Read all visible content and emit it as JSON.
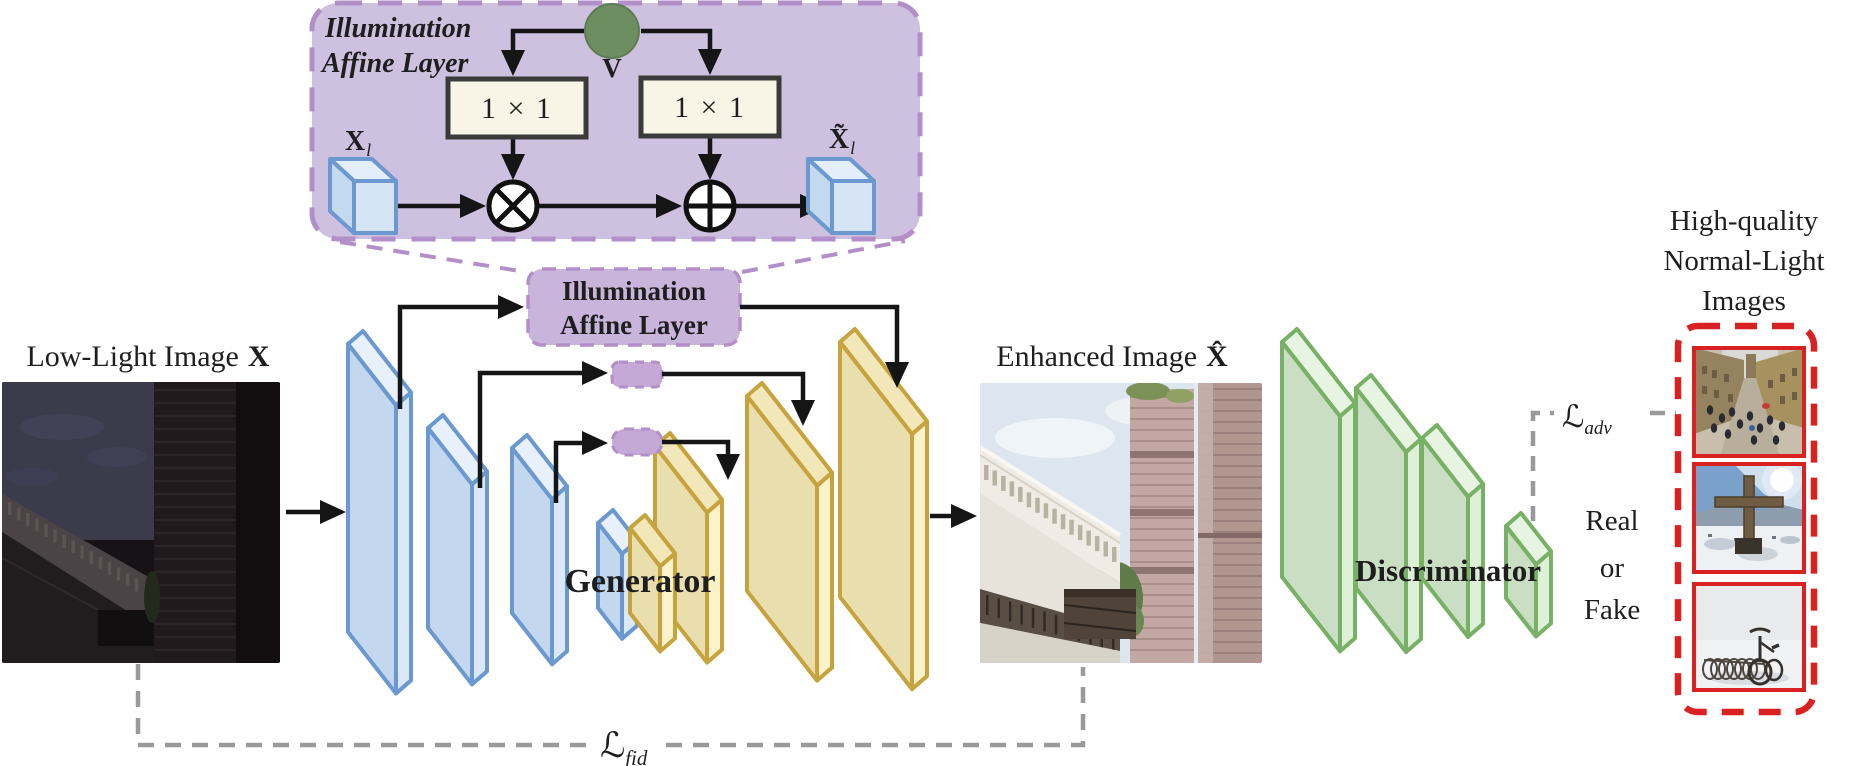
{
  "colors": {
    "purple_box_fill": "#cec0df",
    "purple_dash": "#b28fc9",
    "affine_box_fill": "#c9b4dc",
    "pill_fill": "#c4a8d6",
    "conv_box_fill": "#f8f5e6",
    "conv_box_stroke": "#3a3a3a",
    "v_node_fill": "#6d8e60",
    "arrow": "#151515",
    "gray_dash": "#9a9a9a",
    "red_dash": "#d92121",
    "blue_front": "#c3d7ee",
    "blue_side": "#dbe8f7",
    "blue_top": "#e8f1fb",
    "blue_stroke": "#6b98ce",
    "yellow_front": "#e9dead",
    "yellow_side": "#f9f2ca",
    "yellow_top": "#f1e7b8",
    "yellow_stroke": "#c7a33d",
    "green_front": "#c9dec2",
    "green_side": "#def0d8",
    "green_top": "#e7f4e1",
    "green_stroke": "#78b066",
    "cube_front": "#d6e5f5",
    "cube_top": "#e4eefa",
    "cube_side": "#c4d8ee",
    "cube_stroke": "#6b98ce",
    "text": "#1e1e1e"
  },
  "affine_detail": {
    "title_line1": "Illumination",
    "title_line2": "Affine Layer",
    "v_label": "V",
    "conv_left": "1 × 1",
    "conv_right": "1 × 1",
    "input_base": "X",
    "input_sub": "l",
    "output_base": "X̃",
    "output_sub": "l"
  },
  "icons": {
    "multiply": "⊗",
    "add": "⊕"
  },
  "generator": {
    "label": "Generator",
    "affine_line1": "Illumination",
    "affine_line2": "Affine Layer"
  },
  "io": {
    "low_light_label": "Low-Light Image",
    "low_light_symbol": "X",
    "enhanced_label": "Enhanced Image",
    "enhanced_symbol": "X̂"
  },
  "discriminator": {
    "label": "Discriminator",
    "decision_line1": "Real",
    "decision_line2": "or",
    "decision_line3": "Fake"
  },
  "reference": {
    "title_line1": "High-quality",
    "title_line2": "Normal-Light",
    "title_line3": "Images"
  },
  "losses": {
    "adv_base": "ℒ",
    "adv_sub": "adv",
    "fid_base": "ℒ",
    "fid_sub": "fid"
  }
}
